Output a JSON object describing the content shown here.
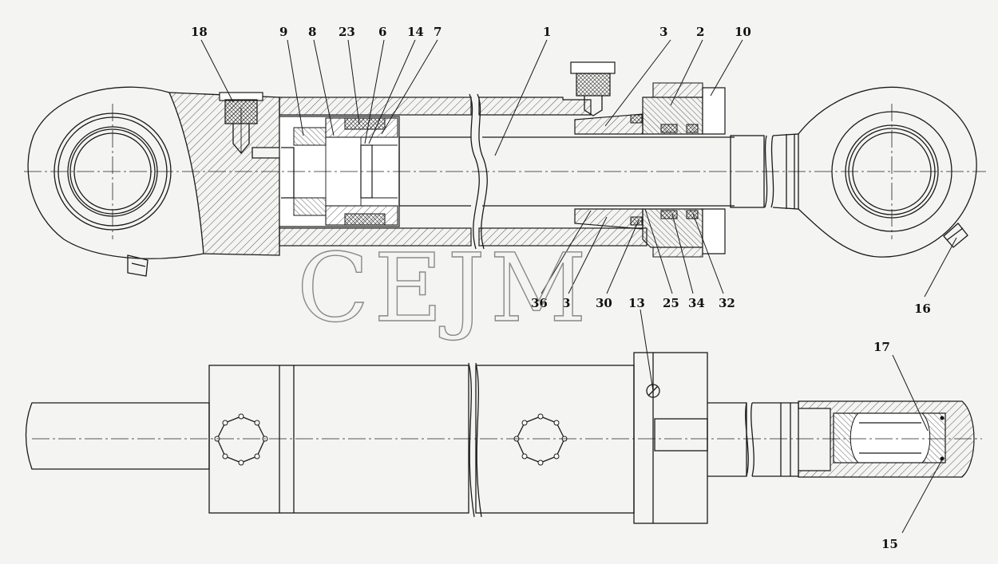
{
  "watermark": "СЕЈМ",
  "labels": {
    "l18": "18",
    "l9": "9",
    "l8": "8",
    "l23": "23",
    "l6": "6",
    "l14": "14",
    "l7": "7",
    "l1": "1",
    "l3a": "3",
    "l2": "2",
    "l10": "10",
    "l36": "36",
    "l3b": "3",
    "l30": "30",
    "l13": "13",
    "l25": "25",
    "l34": "34",
    "l32": "32",
    "l16": "16",
    "l17": "17",
    "l15": "15"
  }
}
